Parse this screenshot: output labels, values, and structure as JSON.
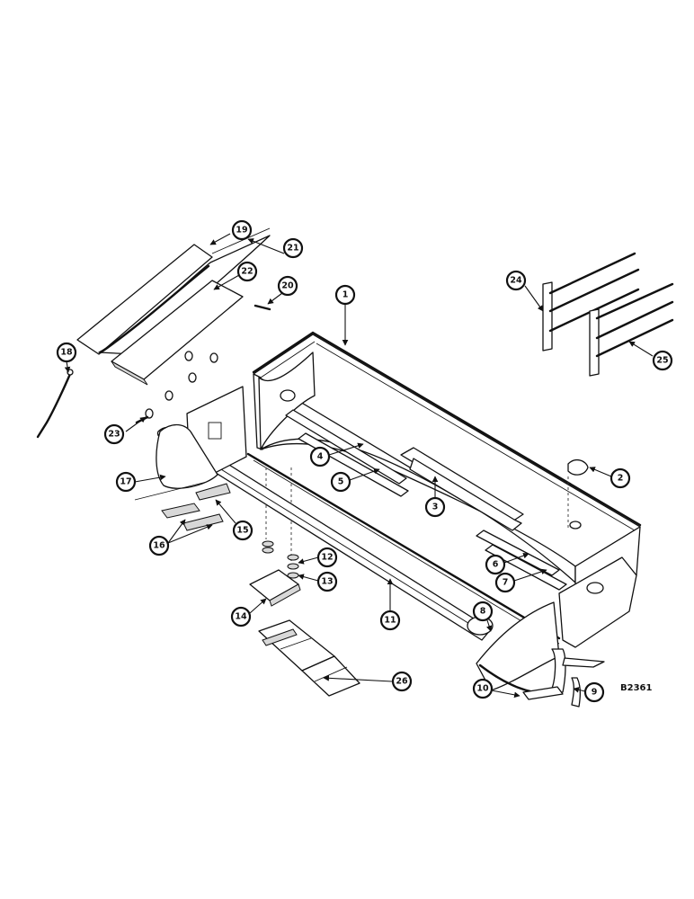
{
  "figure_id": "B2361",
  "callouts": [
    "1",
    "2",
    "3",
    "4",
    "5",
    "6",
    "7",
    "8",
    "9",
    "10",
    "11",
    "12",
    "13",
    "14",
    "15",
    "16",
    "17",
    "18",
    "19",
    "20",
    "21",
    "22",
    "23",
    "24",
    "25",
    "26"
  ],
  "colors": {
    "ink": "#111111",
    "paper": "#ffffff",
    "shade": "#d8d8d8"
  }
}
